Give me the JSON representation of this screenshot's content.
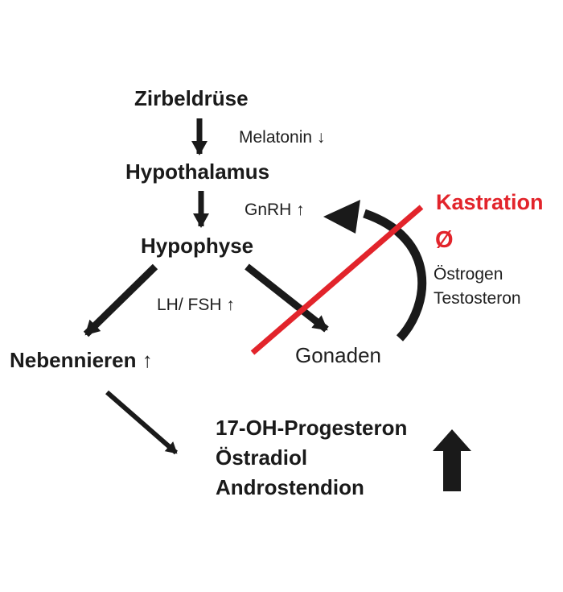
{
  "diagram": {
    "background_color": "#ffffff",
    "colors": {
      "black": "#1a1a1a",
      "highlight_red": "#e2242b"
    },
    "nodes": {
      "zirbeldruese": "Zirbeldrüse",
      "hypothalamus": "Hypothalamus",
      "hypophyse": "Hypophyse",
      "nebennieren": "Nebennieren ↑",
      "gonaden": "Gonaden"
    },
    "edge_labels": {
      "melatonin": "Melatonin ↓",
      "gnrh": "GnRH ↑",
      "lh_fsh": "LH/ FSH ↑"
    },
    "kastration": {
      "title": "Kastration",
      "null_symbol": "Ø",
      "suppressed": [
        "Östrogen",
        "Testosteron"
      ]
    },
    "adrenal_products": [
      "17-OH-Progesteron",
      "Östradiol",
      "Androstendion"
    ],
    "icons": {
      "down_arrows": "black-flow-arrows",
      "feedback_arrow": "curved-feedback-arrow",
      "castration_slash": "red-strikethrough-line",
      "increase_block_arrow": "bold-up-arrow"
    }
  }
}
